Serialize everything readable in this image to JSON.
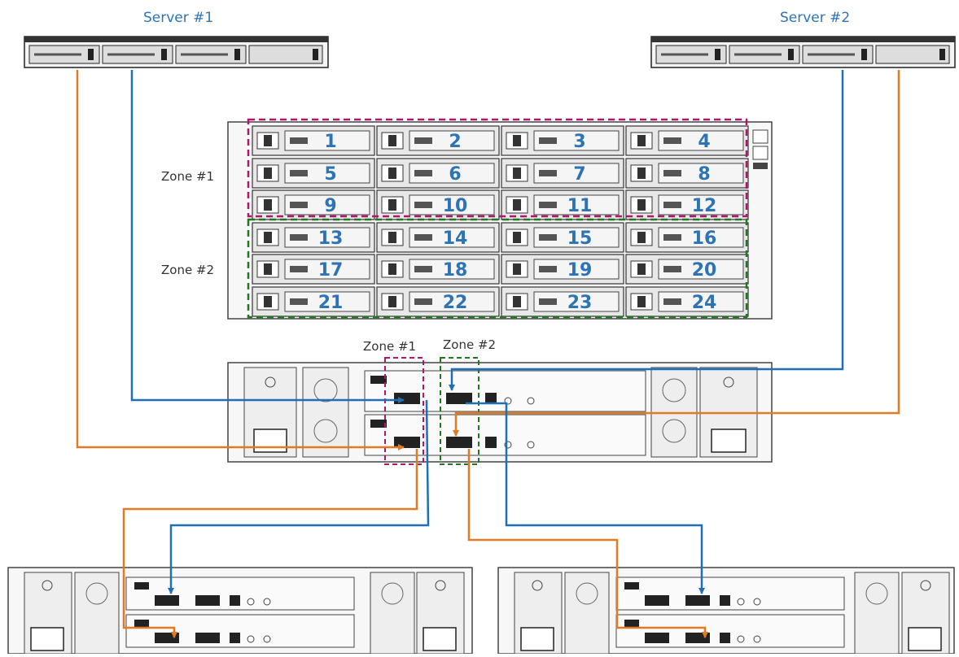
{
  "servers": [
    {
      "label": "Server #1"
    },
    {
      "label": "Server #2"
    }
  ],
  "enclosure": {
    "zone_labels": [
      "Zone #1",
      "Zone #2"
    ],
    "drive_slots": [
      "1",
      "2",
      "3",
      "4",
      "5",
      "6",
      "7",
      "8",
      "9",
      "10",
      "11",
      "12",
      "13",
      "14",
      "15",
      "16",
      "17",
      "18",
      "19",
      "20",
      "21",
      "22",
      "23",
      "24"
    ]
  },
  "controller": {
    "zone_labels": [
      "Zone #1",
      "Zone #2"
    ]
  },
  "colors": {
    "cable_blue": "#1f6fb5",
    "cable_orange": "#e07b24",
    "zone1": "#b0176b",
    "zone2": "#1f7a1f",
    "label_blue": "#2e74b5"
  }
}
